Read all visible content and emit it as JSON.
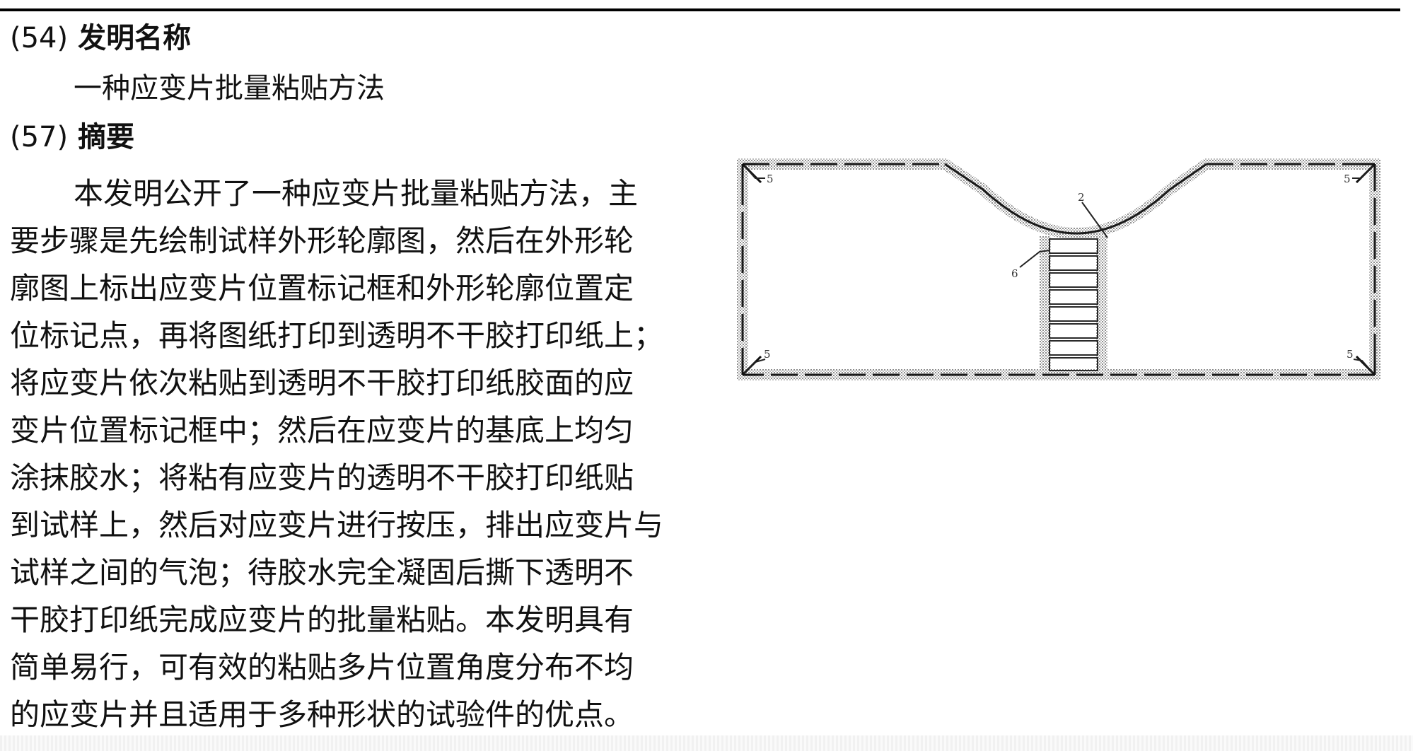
{
  "section_title": {
    "number": "(54)",
    "label": "发明名称"
  },
  "invention_title": "一种应变片批量粘贴方法",
  "section_abstract": {
    "number": "(57)",
    "label": "摘要"
  },
  "abstract_lines": [
    "本发明公开了一种应变片批量粘贴方法，主",
    "要步骤是先绘制试样外形轮廓图，然后在外形轮",
    "廓图上标出应变片位置标记框和外形轮廓位置定",
    "位标记点，再将图纸打印到透明不干胶打印纸上；",
    "将应变片依次粘贴到透明不干胶打印纸胶面的应",
    "变片位置标记框中；然后在应变片的基底上均匀",
    "涂抹胶水；将粘有应变片的透明不干胶打印纸贴",
    "到试样上，然后对应变片进行按压，排出应变片与",
    "试样之间的气泡；待胶水完全凝固后撕下透明不",
    "干胶打印纸完成应变片的批量粘贴。本发明具有",
    "简单易行，可有效的粘贴多片位置角度分布不均",
    "的应变片并且适用于多种形状的试验件的优点。"
  ],
  "figure_labels": {
    "corner_top_left": "5",
    "corner_top_right": "5",
    "corner_bottom_left": "5",
    "corner_bottom_right": "5",
    "curve_label": "2",
    "stack_label": "6"
  }
}
